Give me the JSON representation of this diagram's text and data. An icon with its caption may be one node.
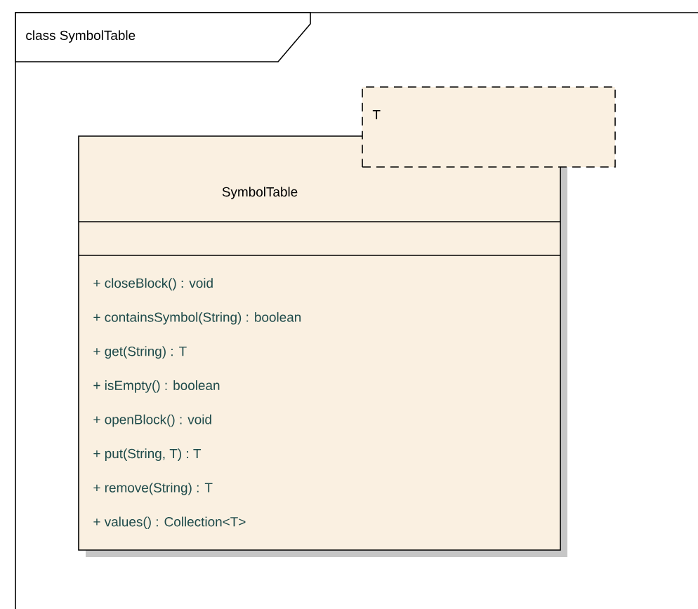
{
  "diagram": {
    "nodes": [
      {
        "text": [
          "class SymbolTable"
        ]
      },
      {
        "text": [
          "SymbolTable",
          "+ closeBlock() : void",
          "+ containsSymbol(String) : boolean",
          "+ get(String) : T",
          "+ isEmpty() : boolean",
          "+ openBlock() : void",
          "+ put(String, T) : T",
          "+ remove(String) : T",
          "+ values() : Collection<T>"
        ],
        "in": 0
      },
      {
        "text": [
          "T"
        ],
        "in": 0
      }
    ]
  }
}
